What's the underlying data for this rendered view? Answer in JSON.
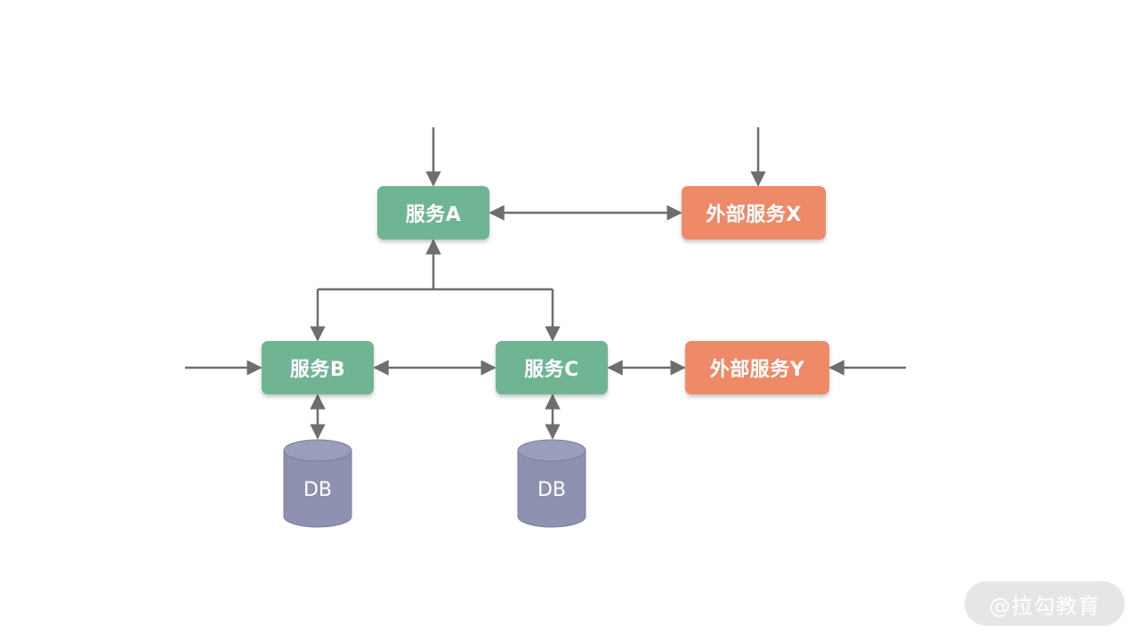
{
  "nodes": {
    "service_a": "服务A",
    "service_b": "服务B",
    "service_c": "服务C",
    "external_x": "外部服务X",
    "external_y": "外部服务Y"
  },
  "databases": {
    "db_b": "DB",
    "db_c": "DB"
  },
  "watermark": "@拉勾教育",
  "colors": {
    "service": "#6fb593",
    "external": "#ee8a68",
    "database": "#8e92b0",
    "edge": "#6e6e6e"
  }
}
